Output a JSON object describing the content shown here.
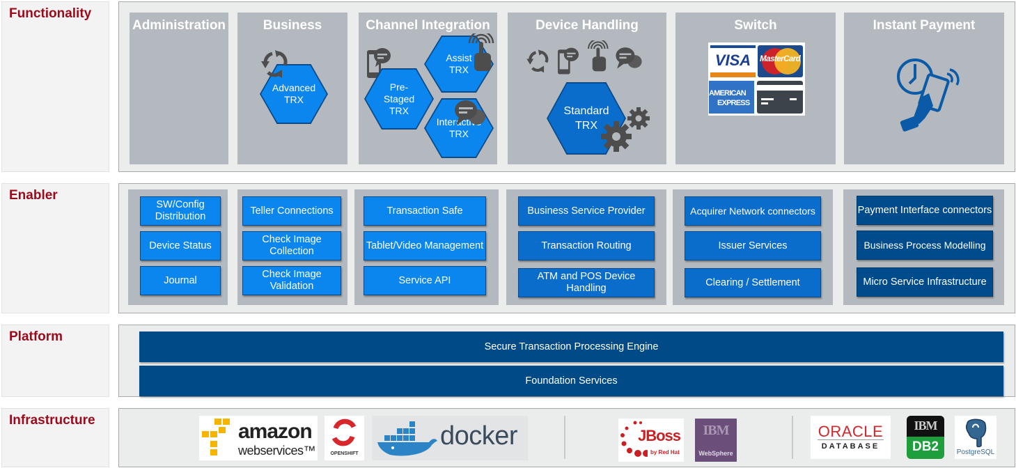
{
  "layers": {
    "functionality": {
      "label": "Functionality",
      "columns": [
        {
          "title": "Administration",
          "hexes": []
        },
        {
          "title": "Business",
          "hexes": [
            "Advanced TRX"
          ],
          "icons": [
            "refresh-cycle-icon"
          ]
        },
        {
          "title": "Channel Integration",
          "hexes": [
            "Pre-Staged TRX",
            "Assist TRX",
            "Interactive TRX"
          ],
          "icons": [
            "mobile-chat-icon",
            "touch-signal-icon",
            "chat-bubbles-icon"
          ]
        },
        {
          "title": "Device Handling",
          "hexes": [
            "Standard TRX"
          ],
          "icons": [
            "refresh-cycle-icon",
            "mobile-chat-icon",
            "touch-signal-icon",
            "chat-bubbles-icon",
            "gears-icon"
          ]
        },
        {
          "title": "Switch",
          "logos": [
            "VISA",
            "MasterCard",
            "AMERICAN EXPRESS",
            "generic-card"
          ]
        },
        {
          "title": "Instant Payment",
          "icons": [
            "contactless-payment-icon"
          ]
        }
      ],
      "hex_labels": {
        "advanced": [
          "Advanced",
          "TRX"
        ],
        "prestaged": [
          "Pre-",
          "Staged",
          "TRX"
        ],
        "assist": [
          "Assist",
          "TRX"
        ],
        "interactive": [
          "Interactive",
          "TRX"
        ],
        "standard": [
          "Standard",
          "TRX"
        ]
      },
      "card_logos": {
        "visa": "VISA",
        "mastercard": "MasterCard",
        "amex_line1": "AMERICAN",
        "amex_line2": "EXPRESS"
      }
    },
    "enabler": {
      "label": "Enabler",
      "columns": [
        {
          "items": [
            "SW/Config Distribution",
            "Device Status",
            "Journal"
          ]
        },
        {
          "items": [
            "Teller Connections",
            "Check Image Collection",
            "Check Image Validation"
          ]
        },
        {
          "items": [
            "Transaction Safe",
            "Tablet/Video Management",
            "Service API"
          ]
        },
        {
          "items": [
            "Business Service Provider",
            "Transaction Routing",
            "ATM and POS Device Handling"
          ]
        },
        {
          "items": [
            "Acquirer Network connectors",
            "Issuer Services",
            "Clearing / Settlement"
          ]
        },
        {
          "items": [
            "Payment Interface connectors",
            "Business Process Modelling",
            "Micro Service Infrastructure"
          ]
        }
      ]
    },
    "platform": {
      "label": "Platform",
      "bars": [
        "Secure Transaction Processing Engine",
        "Foundation Services"
      ]
    },
    "infrastructure": {
      "label": "Infrastructure",
      "groups": [
        {
          "logos": [
            {
              "name": "amazon web services",
              "line1": "amazon",
              "line2": "webservices™"
            },
            {
              "name": "OpenShift",
              "text": "OPENSHIFT"
            },
            {
              "name": "docker",
              "text": "docker"
            }
          ]
        },
        {
          "logos": [
            {
              "name": "JBoss",
              "text": "JBoss",
              "sub": "by Red Hat"
            },
            {
              "name": "IBM WebSphere",
              "line1": "IBM",
              "line2": "WebSphere"
            }
          ]
        },
        {
          "logos": [
            {
              "name": "Oracle Database",
              "line1": "ORACLE",
              "line2": "DATABASE"
            },
            {
              "name": "IBM DB2",
              "line1": "IBM",
              "line2": "DB2"
            },
            {
              "name": "PostgreSQL",
              "text": "PostgreSQL"
            }
          ]
        }
      ]
    }
  },
  "colors": {
    "label_red": "#9b0a1a",
    "column_gray": "#b3b9be",
    "blue_light": "#0b86ee",
    "blue_mid": "#0a6dcc",
    "blue_dark": "#004b8c",
    "icon_gray": "#4d4d4d",
    "instant_payment_blue": "#0a5aa8"
  }
}
